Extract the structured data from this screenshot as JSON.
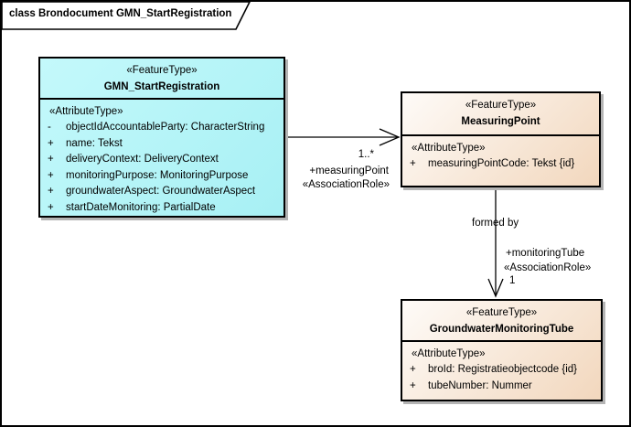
{
  "frame": {
    "title": "class Brondocument GMN_StartRegistration"
  },
  "colors": {
    "class_cyan": "#aef2f6",
    "class_peach_top": "#fdf9f4",
    "class_peach_bottom": "#f2d7bd",
    "border": "#000000",
    "shadow": "#b4b4b4",
    "background": "#ffffff"
  },
  "classes": {
    "gmn_start_registration": {
      "stereotype": "«FeatureType»",
      "name": "GMN_StartRegistration",
      "attr_header": "«AttributeType»",
      "attributes": [
        {
          "vis": "-",
          "text": "objectIdAccountableParty: CharacterString"
        },
        {
          "vis": "+",
          "text": "name: Tekst"
        },
        {
          "vis": "+",
          "text": "deliveryContext: DeliveryContext"
        },
        {
          "vis": "+",
          "text": "monitoringPurpose: MonitoringPurpose"
        },
        {
          "vis": "+",
          "text": "groundwaterAspect: GroundwaterAspect"
        },
        {
          "vis": "+",
          "text": "startDateMonitoring: PartialDate"
        }
      ]
    },
    "measuring_point": {
      "stereotype": "«FeatureType»",
      "name": "MeasuringPoint",
      "attr_header": "«AttributeType»",
      "attributes": [
        {
          "vis": "+",
          "text": "measuringPointCode: Tekst {id}"
        }
      ]
    },
    "groundwater_monitoring_tube": {
      "stereotype": "«FeatureType»",
      "name": "GroundwaterMonitoringTube",
      "attr_header": "«AttributeType»",
      "attributes": [
        {
          "vis": "+",
          "text": "broId: Registratieobjectcode {id}"
        },
        {
          "vis": "+",
          "text": "tubeNumber: Nummer"
        }
      ]
    }
  },
  "associations": {
    "to_measuring_point": {
      "multiplicity": "1..*",
      "role": "+measuringPoint",
      "stereotype": "«AssociationRole»"
    },
    "to_monitoring_tube": {
      "name": "formed by",
      "role": "+monitoringTube",
      "stereotype": "«AssociationRole»",
      "multiplicity": "1"
    }
  }
}
